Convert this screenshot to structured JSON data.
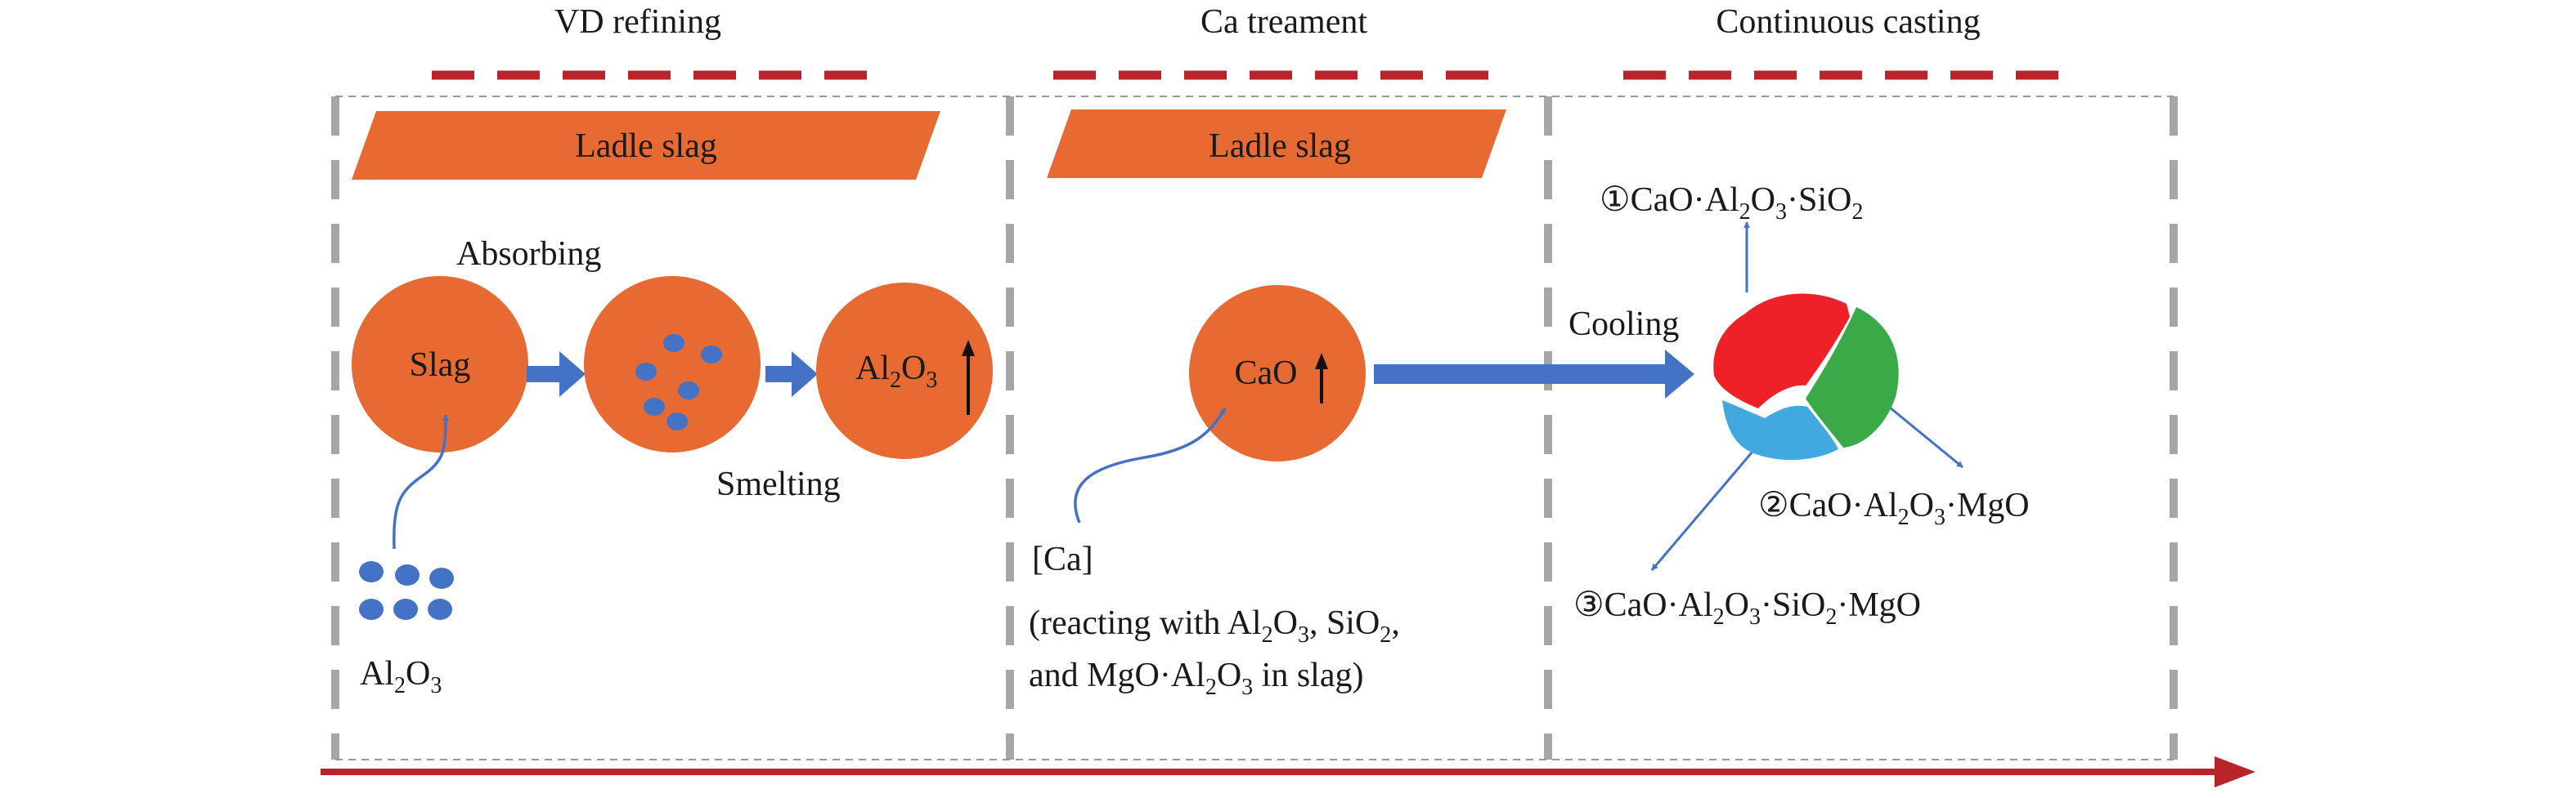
{
  "stages": [
    {
      "title": "VD refining"
    },
    {
      "title": "Ca treament"
    },
    {
      "title": "Continuous casting"
    }
  ],
  "ladle_slag": [
    "Ladle slag",
    "Ladle slag"
  ],
  "vd": {
    "absorbing": "Absorbing",
    "slag_label": "Slag",
    "al2o3_main": "Al",
    "al2o3_sub1": "2",
    "al2o3_mid": "O",
    "al2o3_sub2": "3",
    "smelting": "Smelting",
    "inclusion_main": "Al",
    "inclusion_sub1": "2",
    "inclusion_mid": "O",
    "inclusion_sub2": "3"
  },
  "ca": {
    "cao_label": "CaO",
    "ca_label": "[Ca]",
    "note_line1_pre": "(reacting with Al",
    "note_sub1": "2",
    "note_o1": "O",
    "note_sub2": "3",
    "note_sio": ", SiO",
    "note_sub3": "2",
    "note_comma": ",",
    "note_line2_pre": "and MgO·Al",
    "note_sub4": "2",
    "note_o2": "O",
    "note_sub5": "3",
    "note_line2_post": " in slag)"
  },
  "cc": {
    "cooling": "Cooling",
    "p1_pre": "①CaO·Al",
    "p1_s1": "2",
    "p1_o": "O",
    "p1_s2": "3",
    "p1_si": "·SiO",
    "p1_s3": "2",
    "p2_pre": "②CaO·Al",
    "p2_s1": "2",
    "p2_o": "O",
    "p2_s2": "3",
    "p2_post": "·MgO",
    "p3_pre": "③CaO·Al",
    "p3_s1": "2",
    "p3_o": "O",
    "p3_s2": "3",
    "p3_si": "·SiO",
    "p3_s3": "2",
    "p3_post": "·MgO"
  },
  "colors": {
    "orange": "#e66a32",
    "blue": "#4472c4",
    "dark_red": "#b8242a",
    "gray": "#a6a6a6",
    "red_phase": "#ee2028",
    "green_phase": "#3aaa48",
    "cyan_phase": "#41a8e0"
  }
}
